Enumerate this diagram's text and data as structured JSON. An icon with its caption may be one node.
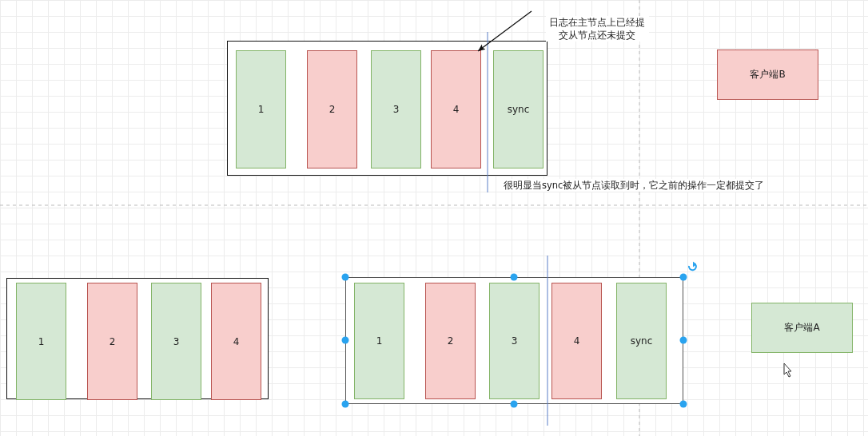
{
  "diagram": {
    "nodes": [
      {
        "text": [],
        "shape": "box"
      },
      {
        "text": [
          "1"
        ],
        "in": 0
      },
      {
        "text": [
          "2"
        ],
        "in": 0
      },
      {
        "text": [
          "3"
        ],
        "in": 0
      },
      {
        "text": [
          "4"
        ],
        "in": 0
      },
      {
        "text": [
          "sync"
        ],
        "in": 0
      },
      {
        "text": [
          "客户端B"
        ]
      },
      {
        "text": [],
        "shape": "box"
      },
      {
        "text": [
          "1"
        ],
        "in": 7
      },
      {
        "text": [
          "2"
        ],
        "in": 7
      },
      {
        "text": [
          "3"
        ],
        "in": 7
      },
      {
        "text": [
          "4"
        ],
        "in": 7
      },
      {
        "text": [],
        "shape": "box"
      },
      {
        "text": [
          "1"
        ],
        "in": 12
      },
      {
        "text": [
          "2"
        ],
        "in": 12
      },
      {
        "text": [
          "3"
        ],
        "in": 12
      },
      {
        "text": [
          "4"
        ],
        "in": 12
      },
      {
        "text": [
          "sync"
        ],
        "in": 12
      },
      {
        "text": [
          "客户端A"
        ]
      }
    ],
    "edges": [
      {
        "from": null,
        "to": 4,
        "arrow": "to"
      }
    ],
    "labels": [
      "日志在主节点上已经提交从节点还未提交",
      "很明显当sync被从节点读取到时，它之前的操作一定都提交了"
    ]
  }
}
